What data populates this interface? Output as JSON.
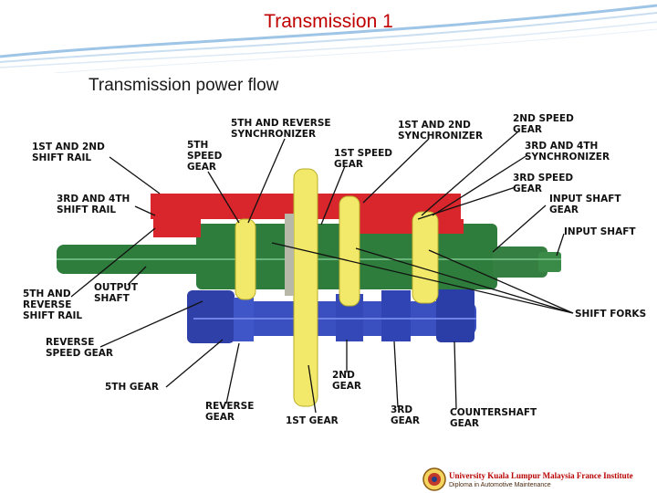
{
  "slide": {
    "title": "Transmission 1",
    "subtitle": "Transmission power flow"
  },
  "diagram": {
    "labels": {
      "sync_5th_rev_1": "5TH AND REVERSE",
      "sync_5th_rev_2": "SYNCHRONIZER",
      "sync_1st_2nd_1": "1ST AND 2ND",
      "sync_1st_2nd_2": "SYNCHRONIZER",
      "gear_2nd_speed_1": "2ND SPEED",
      "gear_2nd_speed_2": "GEAR",
      "rail_1st_2nd_1": "1ST AND 2ND",
      "rail_1st_2nd_2": "SHIFT RAIL",
      "gear_5th_speed_1": "5TH",
      "gear_5th_speed_2": "SPEED",
      "gear_5th_speed_3": "GEAR",
      "gear_1st_speed_1": "1ST SPEED",
      "gear_1st_speed_2": "GEAR",
      "sync_3rd_4th_1": "3RD AND 4TH",
      "sync_3rd_4th_2": "SYNCHRONIZER",
      "gear_3rd_speed_1": "3RD SPEED",
      "gear_3rd_speed_2": "GEAR",
      "rail_3rd_4th_1": "3RD AND 4TH",
      "rail_3rd_4th_2": "SHIFT RAIL",
      "input_shaft_gear_1": "INPUT SHAFT",
      "input_shaft_gear_2": "GEAR",
      "input_shaft": "INPUT SHAFT",
      "rail_5th_rev_1": "5TH AND",
      "rail_5th_rev_2": "REVERSE",
      "rail_5th_rev_3": "SHIFT RAIL",
      "output_shaft_1": "OUTPUT",
      "output_shaft_2": "SHAFT",
      "shift_forks": "SHIFT FORKS",
      "reverse_speed_gear_1": "REVERSE",
      "reverse_speed_gear_2": "SPEED GEAR",
      "gear_5th": "5TH GEAR",
      "gear_2nd_1": "2ND",
      "gear_2nd_2": "GEAR",
      "reverse_gear_1": "REVERSE",
      "reverse_gear_2": "GEAR",
      "gear_1st": "1ST GEAR",
      "gear_3rd_1": "3RD",
      "gear_3rd_2": "GEAR",
      "countershaft_gear_1": "COUNTERSHAFT",
      "countershaft_gear_2": "GEAR"
    },
    "colors": {
      "shift_rails": "#d8262c",
      "mainshaft": "#2f7d3c",
      "countershaft": "#3a4fc0",
      "forks": "#f2e96a",
      "bearing": "#b8b8a8"
    }
  },
  "footer": {
    "institution": "University Kuala Lumpur Malaysia France Institute",
    "department": "Diploma in Automotive Maintenance"
  }
}
